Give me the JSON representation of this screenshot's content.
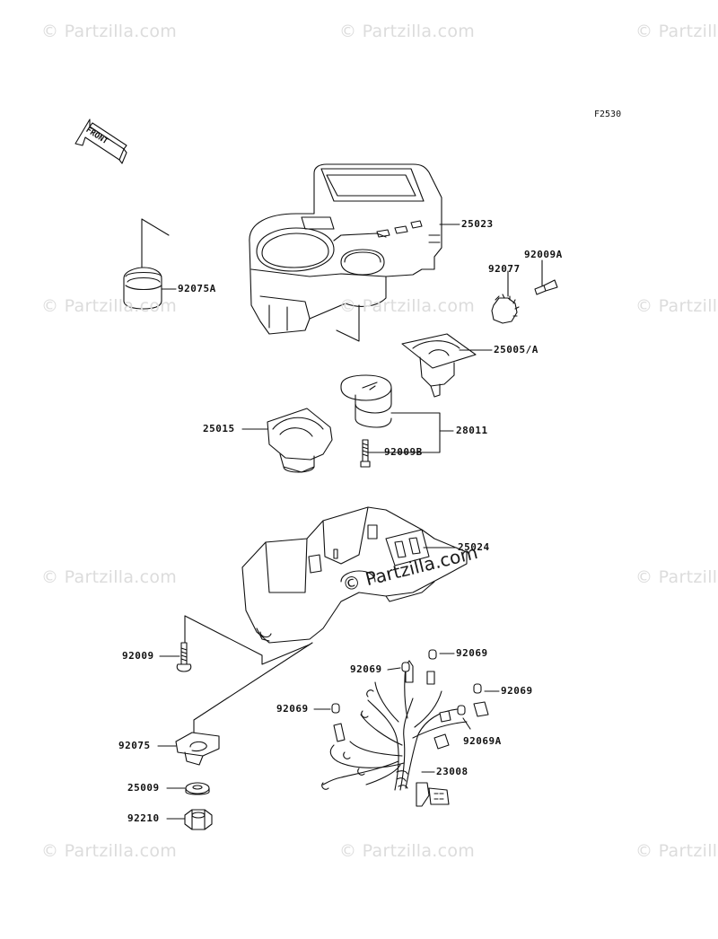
{
  "figure_code": "F2530",
  "front_arrow_label": "FRONT",
  "watermark_text": "© Partzilla.com",
  "watermark_center_text": "© Partzilla.com",
  "parts": [
    {
      "id": "p25023",
      "label": "25023"
    },
    {
      "id": "p92075A",
      "label": "92075A"
    },
    {
      "id": "p92009A",
      "label": "92009A"
    },
    {
      "id": "p92077",
      "label": "92077"
    },
    {
      "id": "p25005A",
      "label": "25005/A"
    },
    {
      "id": "p25015",
      "label": "25015"
    },
    {
      "id": "p28011",
      "label": "28011"
    },
    {
      "id": "p92009B",
      "label": "92009B"
    },
    {
      "id": "p25024",
      "label": "25024"
    },
    {
      "id": "p92009",
      "label": "92009"
    },
    {
      "id": "p92069a",
      "label": "92069"
    },
    {
      "id": "p92069b",
      "label": "92069"
    },
    {
      "id": "p92069c",
      "label": "92069"
    },
    {
      "id": "p92069d",
      "label": "92069"
    },
    {
      "id": "p92069A",
      "label": "92069A"
    },
    {
      "id": "p92075",
      "label": "92075"
    },
    {
      "id": "p23008",
      "label": "23008"
    },
    {
      "id": "p25009",
      "label": "25009"
    },
    {
      "id": "p92210",
      "label": "92210"
    }
  ],
  "colors": {
    "line": "#111111",
    "watermark": "#dcdcdc",
    "background": "#ffffff"
  }
}
